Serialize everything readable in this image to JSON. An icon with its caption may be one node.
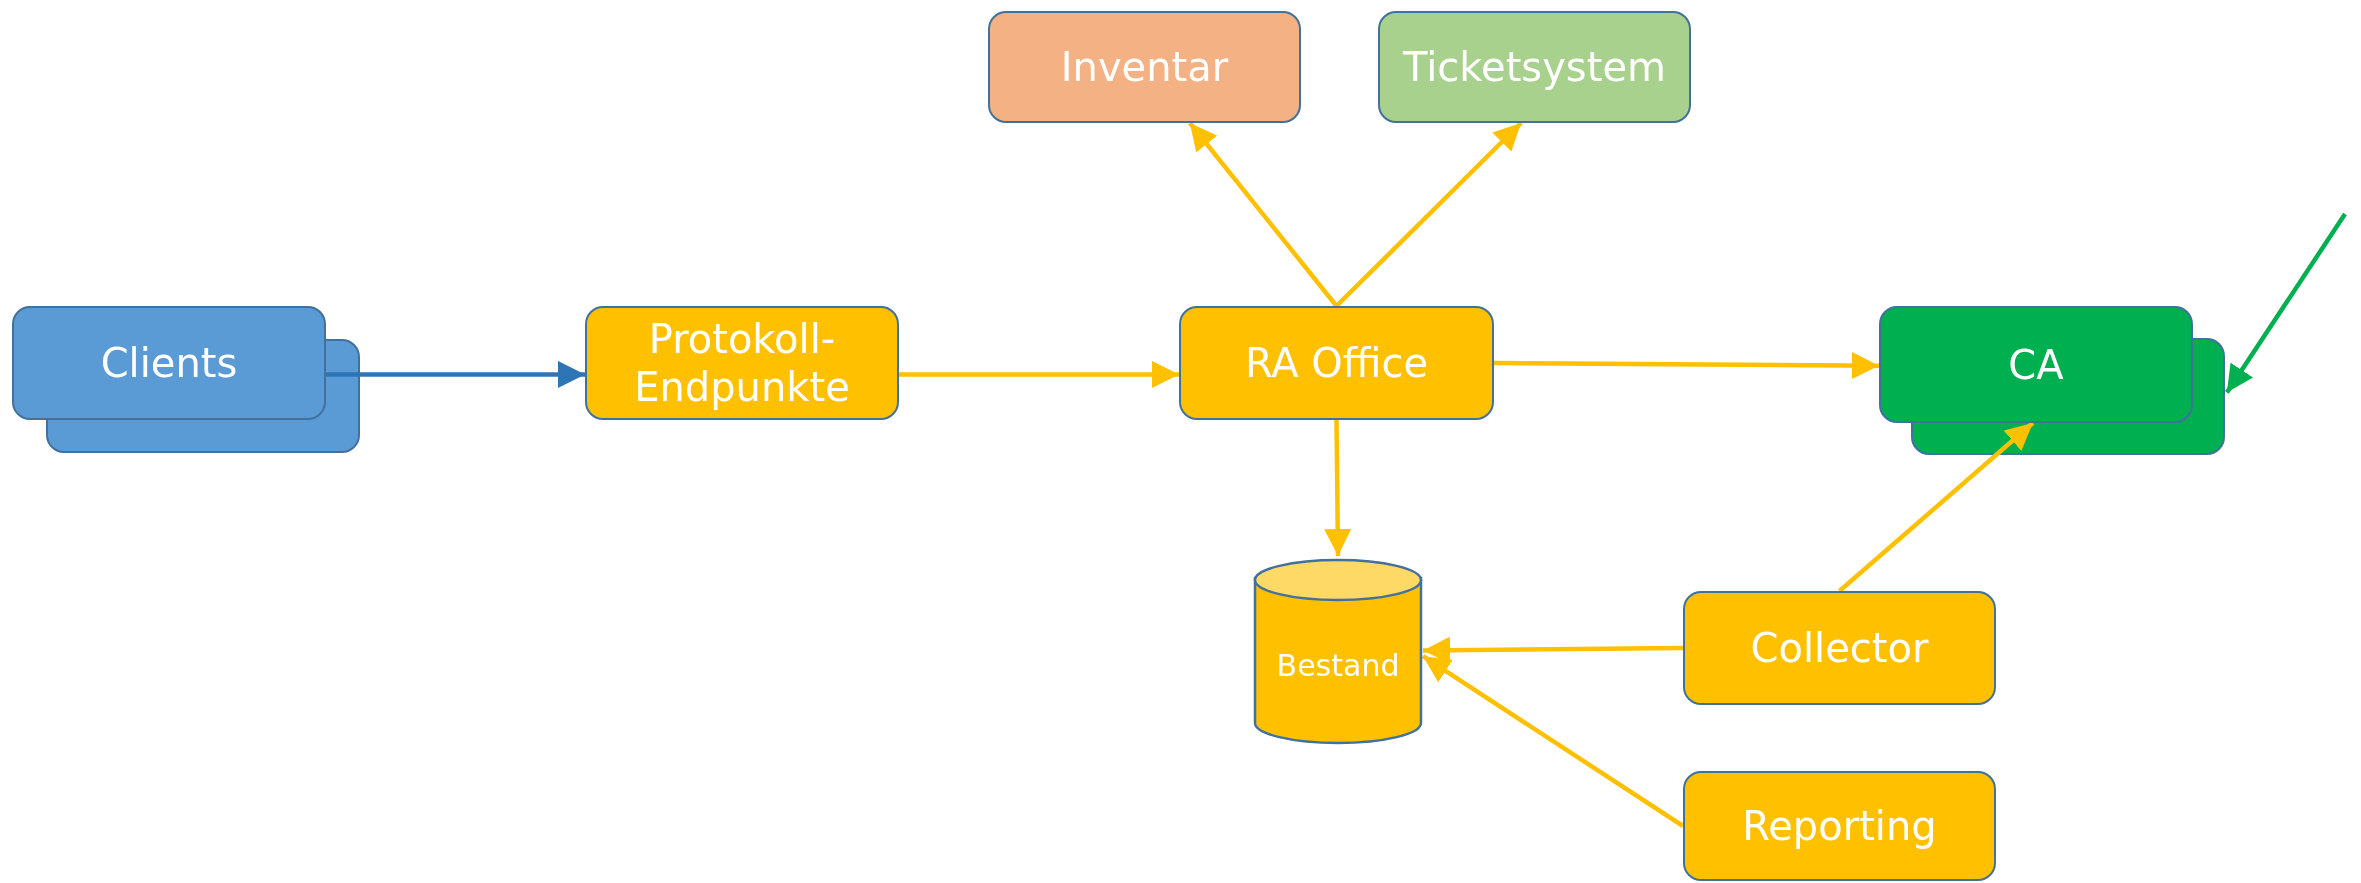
{
  "diagram": {
    "nodes": [
      {
        "text": [
          "Clients"
        ]
      },
      {
        "text": [
          "Protokoll- Endpunkte"
        ]
      },
      {
        "text": [
          "RA Office"
        ]
      },
      {
        "text": [
          "Inventar"
        ]
      },
      {
        "text": [
          "Ticketsystem"
        ]
      },
      {
        "text": [
          "CA"
        ]
      },
      {
        "text": [
          "Bestand"
        ]
      },
      {
        "text": [
          "Collector"
        ]
      },
      {
        "text": [
          "Reporting"
        ]
      }
    ],
    "edges": [
      {
        "from": 0,
        "to": 1,
        "arrow": "to",
        "color": "#2e75b6"
      },
      {
        "from": 1,
        "to": 2,
        "arrow": "to"
      },
      {
        "from": 2,
        "to": 5,
        "arrow": "to"
      },
      {
        "from": 2,
        "to": 3,
        "arrow": "to"
      },
      {
        "from": 2,
        "to": 4,
        "arrow": "to"
      },
      {
        "from": 2,
        "to": 6,
        "arrow": "to"
      },
      {
        "from": 7,
        "to": 6,
        "arrow": "to"
      },
      {
        "from": 7,
        "to": 5,
        "arrow": "to"
      },
      {
        "from": 8,
        "to": 6,
        "arrow": "to"
      },
      {
        "from": null,
        "to": 5,
        "arrow": "to",
        "color": "#00b050"
      }
    ]
  }
}
